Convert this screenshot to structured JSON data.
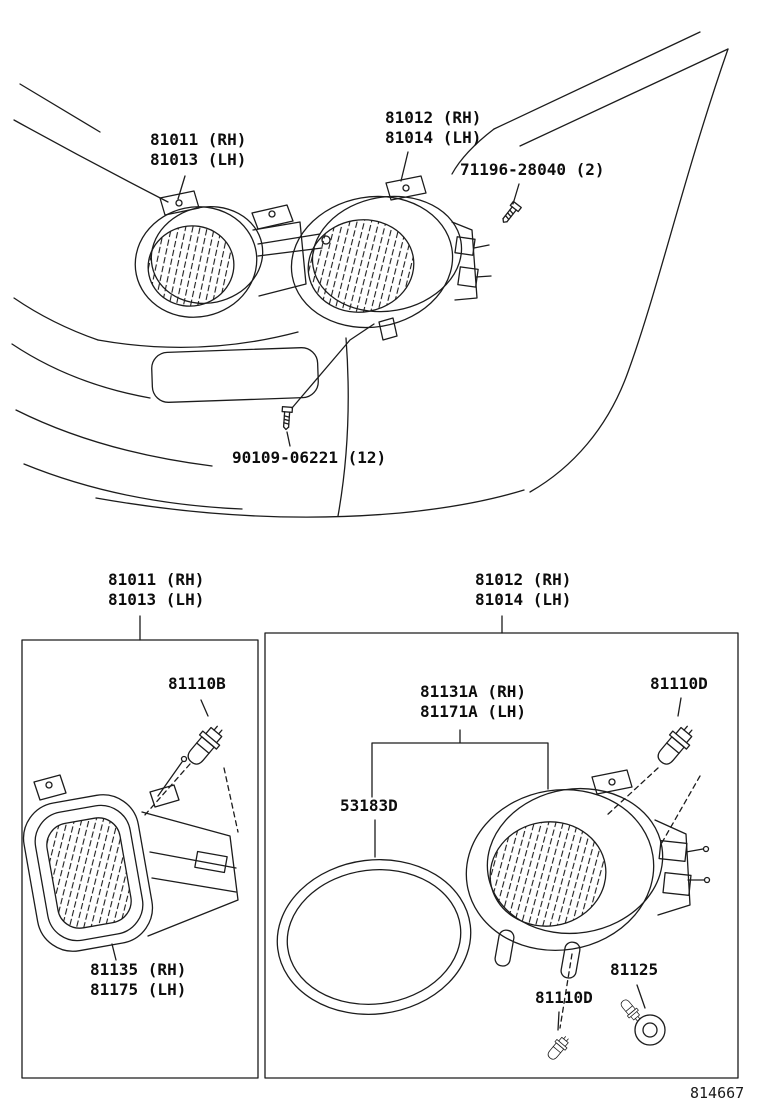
{
  "doc_number": "814667",
  "top_view": {
    "headlamp_left_label": {
      "line1": "81011 (RH)",
      "line2": "81013 (LH)"
    },
    "headlamp_right_label": {
      "line1": "81012 (RH)",
      "line2": "81014 (LH)"
    },
    "screw_label": "71196-28040 (2)",
    "bolt_label": "90109-06221 (12)"
  },
  "fog_lamp_box": {
    "header": {
      "line1": "81011 (RH)",
      "line2": "81013 (LH)"
    },
    "bulb_label": "81110B",
    "unit_label": {
      "line1": "81135 (RH)",
      "line2": "81175 (LH)"
    }
  },
  "headlamp_box": {
    "header": {
      "line1": "81012 (RH)",
      "line2": "81014 (LH)"
    },
    "lens_label": {
      "line1": "81131A (RH)",
      "line2": "81171A (LH)"
    },
    "bulb_top_label": "81110D",
    "ring_label": "53183D",
    "bulb_bottom_label": "81110D",
    "socket_label": "81125"
  }
}
